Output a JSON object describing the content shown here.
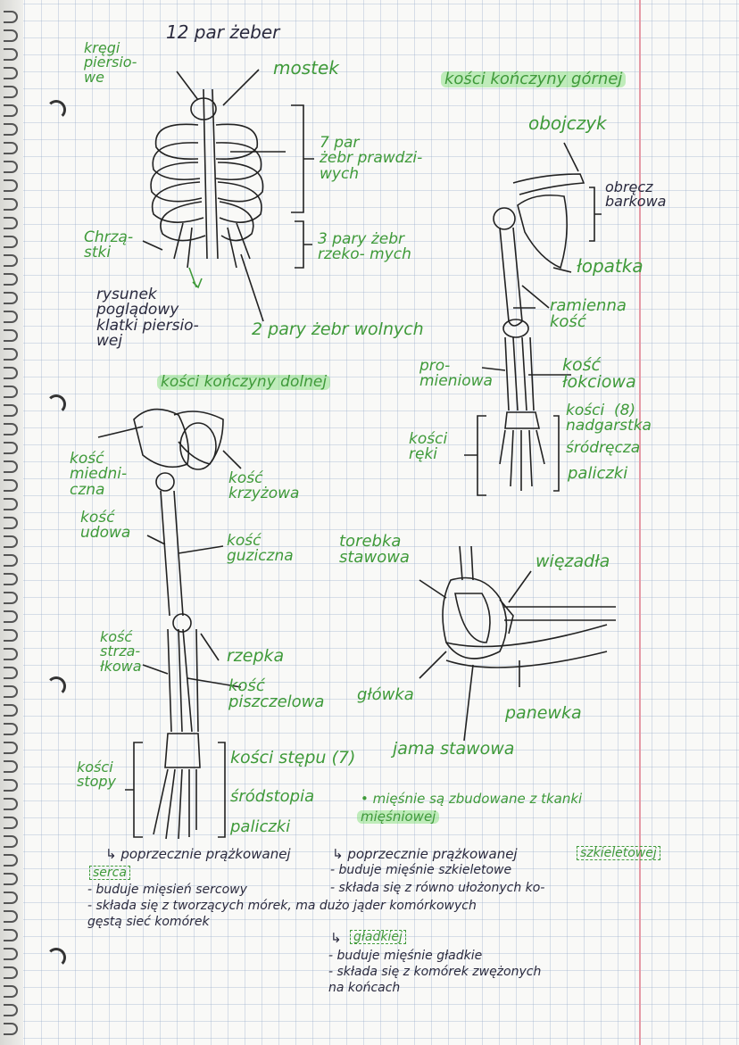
{
  "page": {
    "top_title": "12 par żeber",
    "chest": {
      "kregi": "kręgi\npiersio-\nwe",
      "mostek": "mostek",
      "pary7": "7 par\nżebr prawdzi-\nwych",
      "chrzastki": "Chrzą-\nstki",
      "pary3": "3 pary żebr\nrzeko- mych",
      "rysunek": "rysunek\npoglądowy\nklatki piersio-\nwej",
      "pary2": "2 pary żebr wolnych"
    },
    "upper": {
      "heading": "kości kończyny górnej",
      "obojczyk": "obojczyk",
      "obrecz": "obręcz\nbarkowa",
      "lopatka": "łopatka",
      "ramienna": "ramienna\nkość",
      "promieniowa": "pro-\nmieniowa",
      "lokciowa": "kość\nłokciowa",
      "kosci_reki": "kości\nręki",
      "nadgarstka": "kości  (8)\nnadgarstka",
      "srodreca": "śródręcza",
      "paliczki": "paliczki"
    },
    "lower": {
      "heading": "kości kończyny dolnej",
      "miedniczna": "kość\nmiedni-\nczna",
      "krzyzowa": "kość\nkrzyżowa",
      "udowa": "kość\nudowa",
      "guziczna": "kość\nguziczna",
      "strzalkowa": "kość\nstrza-\nłkowa",
      "rzepka": "rzepka",
      "piszczelowa": "kość\npiszczelowa",
      "kosci_stopy": "kości\nstopy",
      "stepu": "kości stępu (7)",
      "srodstopia": "śródstopia",
      "paliczki": "paliczki"
    },
    "joint": {
      "torebka": "torebka\nstawowa",
      "wiezadla": "więzadła",
      "glowka": "główka",
      "panewka": "panewka",
      "jama": "jama stawowa"
    },
    "muscles": {
      "intro": "• mięśnie są zbudowane z tkanki",
      "intro2": "mięśniowej",
      "left_head": "↳ poprzecznie prążkowanej",
      "serca": "serca",
      "left_l1": "- buduje mięsień sercowy",
      "left_l2": "- składa się z tworzących mórek, ma dużo jąder komórkowych",
      "left_l3": "gęstą sieć komórek",
      "right_head": "↳ poprzecznie prążkowanej",
      "szkieletowej": "szkieletowej",
      "right_l1": "- buduje mięśnie szkieletowe",
      "right_l2": "- składa się z równo ułożonych ko-",
      "gladkiej_arrow": "↳",
      "gladkiej": "gładkiej",
      "gl_l1": "- buduje mięśnie gładkie",
      "gl_l2": "- składa się z komórek zwężonych",
      "gl_l3": "na końcach"
    }
  }
}
